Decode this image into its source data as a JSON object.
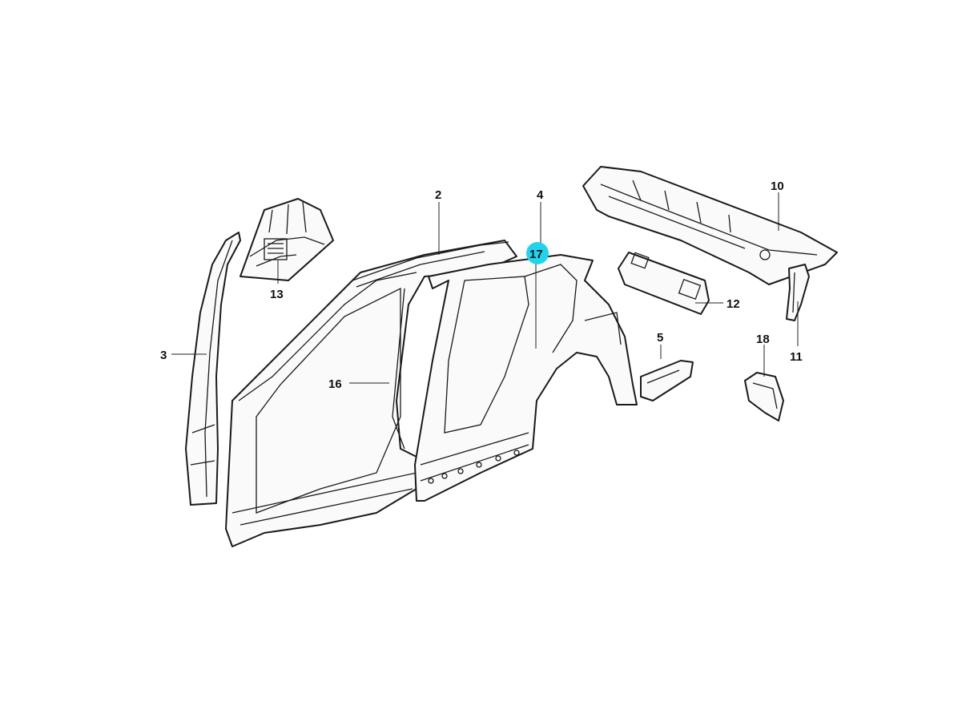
{
  "diagram": {
    "callouts": {
      "c2": "2",
      "c3": "3",
      "c4": "4",
      "c5": "5",
      "c10": "10",
      "c11": "11",
      "c12": "12",
      "c13": "13",
      "c16": "16",
      "c17": "17",
      "c18": "18"
    },
    "highlighted_callout": "17",
    "highlight_color": "#22d3ee"
  }
}
